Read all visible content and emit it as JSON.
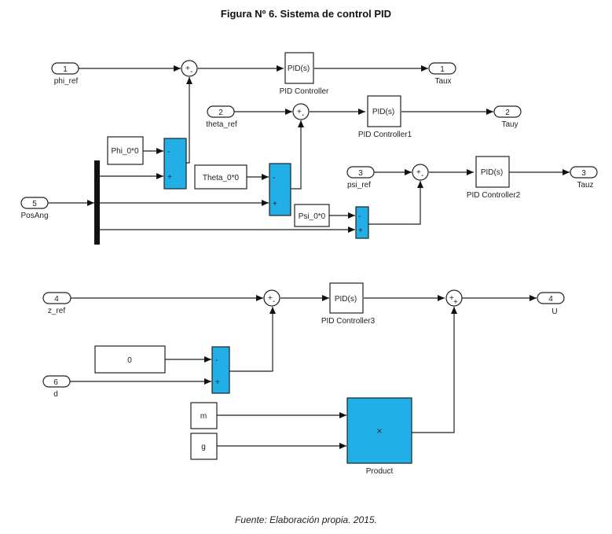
{
  "figure": {
    "title": "Figura Nº 6. Sistema de control PID",
    "caption": "Fuente: Elaboración propia. 2015."
  },
  "colors": {
    "sum_block": "#22aee6",
    "line": "#222222"
  },
  "inports": [
    {
      "id": "in1",
      "number": "1",
      "label": "phi_ref"
    },
    {
      "id": "in2",
      "number": "2",
      "label": "theta_ref"
    },
    {
      "id": "in3",
      "number": "3",
      "label": "psi_ref"
    },
    {
      "id": "in5",
      "number": "5",
      "label": "PosAng"
    },
    {
      "id": "in4",
      "number": "4",
      "label": "z_ref"
    },
    {
      "id": "in6",
      "number": "6",
      "label": "d"
    }
  ],
  "outports": [
    {
      "id": "out1",
      "number": "1",
      "label": "Taux"
    },
    {
      "id": "out2",
      "number": "2",
      "label": "Tauy"
    },
    {
      "id": "out3",
      "number": "3",
      "label": "Tauz"
    },
    {
      "id": "out4",
      "number": "4",
      "label": "U"
    }
  ],
  "pid_blocks": [
    {
      "id": "pid0",
      "text": "PID(s)",
      "label": "PID Controller"
    },
    {
      "id": "pid1",
      "text": "PID(s)",
      "label": "PID Controller1"
    },
    {
      "id": "pid2",
      "text": "PID(s)",
      "label": "PID Controller2"
    },
    {
      "id": "pid3",
      "text": "PID(s)",
      "label": "PID Controller3"
    }
  ],
  "constants": [
    {
      "id": "c_phi",
      "value": "Phi_0*0"
    },
    {
      "id": "c_theta",
      "value": "Theta_0*0"
    },
    {
      "id": "c_psi",
      "value": "Psi_0*0"
    },
    {
      "id": "c_zero",
      "value": "0"
    },
    {
      "id": "c_m",
      "value": "m"
    },
    {
      "id": "c_g",
      "value": "g"
    }
  ],
  "sum_circles": [
    {
      "id": "s1",
      "signs": [
        "+",
        "-"
      ]
    },
    {
      "id": "s2",
      "signs": [
        "+",
        "-"
      ]
    },
    {
      "id": "s3",
      "signs": [
        "+",
        "-"
      ]
    },
    {
      "id": "s4",
      "signs": [
        "+",
        "-"
      ]
    },
    {
      "id": "s5",
      "signs": [
        "+",
        "+"
      ]
    }
  ],
  "sum_rects": [
    {
      "id": "r1",
      "signs": [
        "-",
        "+"
      ]
    },
    {
      "id": "r2",
      "signs": [
        "-",
        "+"
      ]
    },
    {
      "id": "r3",
      "signs": [
        "-",
        "+"
      ]
    },
    {
      "id": "r4",
      "signs": [
        "-",
        "+"
      ]
    }
  ],
  "product": {
    "symbol": "×",
    "label": "Product"
  }
}
